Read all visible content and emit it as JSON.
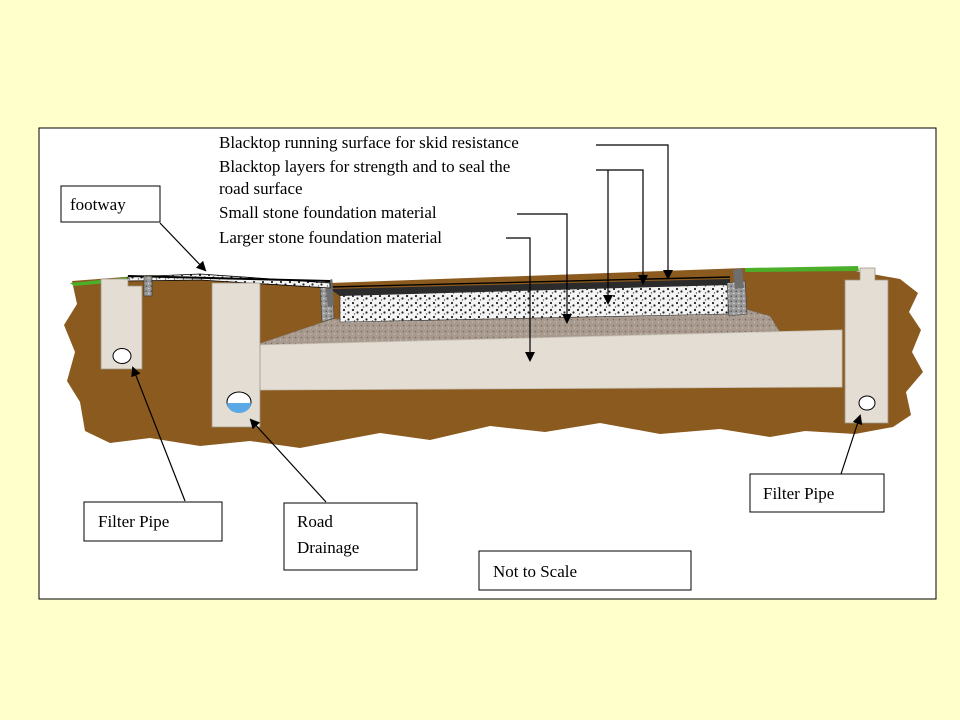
{
  "labels": {
    "running_surface": "Blacktop running surface for skid resistance",
    "blacktop_layers_line1": "Blacktop layers for strength and to seal the",
    "blacktop_layers_line2": "road surface",
    "small_stone": "Small stone foundation material",
    "larger_stone": "Larger stone foundation material",
    "footway": "footway",
    "filter_pipe_left": "Filter Pipe",
    "road_drainage_line1": "Road",
    "road_drainage_line2": "Drainage",
    "not_to_scale": "Not to Scale",
    "filter_pipe_right": "Filter Pipe"
  },
  "colors": {
    "page_background": "#ffffcc",
    "panel_background": "#ffffff",
    "soil": "#8b5a1e",
    "grass": "#4caf2a",
    "concrete": "#e3ddd3",
    "larger_stone": "#a89a8e",
    "blacktop": "#2b2b2b",
    "drain_water": "#5aa8e6"
  }
}
